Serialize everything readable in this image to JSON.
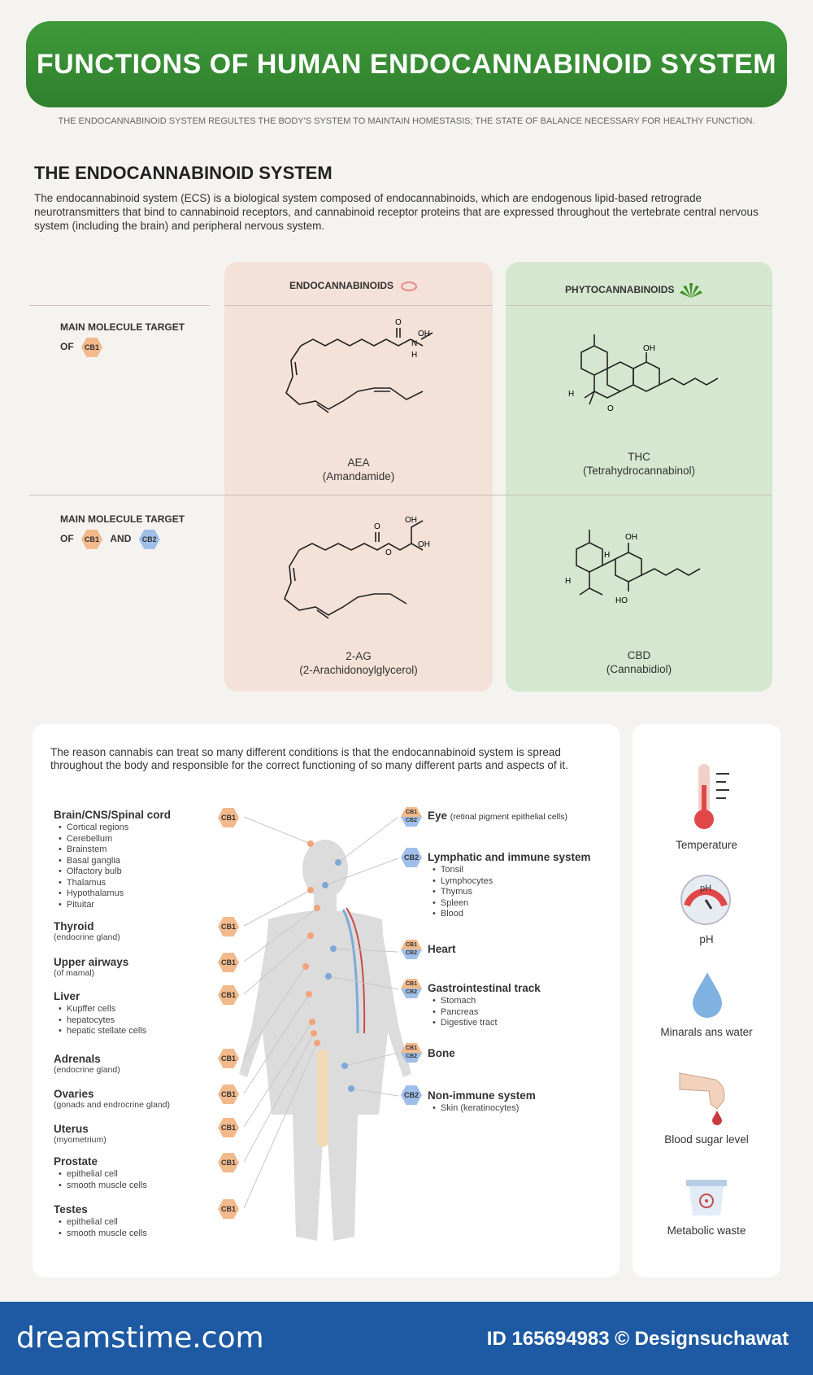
{
  "header": {
    "title": "FUNCTIONS OF HUMAN ENDOCANNABINOID SYSTEM",
    "subtitle": "THE ENDOCANNABINOID SYSTEM REGULTES THE BODY'S SYSTEM TO MAINTAIN HOMESTASIS; THE STATE OF BALANCE NECESSARY FOR HEALTHY FUNCTION."
  },
  "intro": {
    "title": "THE ENDOCANNABINOID SYSTEM",
    "text": "The endocannabinoid system (ECS) is a biological system composed of endocannabinoids, which are endogenous lipid-based retrograde neurotransmitters that bind to cannabinoid receptors, and cannabinoid receptor proteins that are expressed throughout the vertebrate central nervous system (including the brain) and peripheral nervous system."
  },
  "molecules": {
    "endo_header": "ENDOCANNABINOIDS",
    "phyto_header": "PHYTOCANNABINOIDS",
    "row1_label_a": "MAIN MOLECULE TARGET",
    "row1_label_b": "OF",
    "row2_label_a": "MAIN MOLECULE TARGET",
    "row2_label_b": "OF",
    "row2_and": "AND",
    "cb1": "CB1",
    "cb2": "CB2",
    "aea_name": "AEA",
    "aea_full": "(Amandamide)",
    "ag_name": "2-AG",
    "ag_full": "(2-Arachidonoylglycerol)",
    "thc_name": "THC",
    "thc_full": "(Tetrahydrocannabinol)",
    "cbd_name": "CBD",
    "cbd_full": "(Cannabidiol)",
    "atoms": {
      "O": "O",
      "N": "N",
      "H": "H",
      "OH": "OH",
      "HO": "HO"
    }
  },
  "body": {
    "text": "The reason cannabis can treat so many different conditions is that the endocannabinoid system is spread throughout the body and responsible for the correct functioning of so many different parts and aspects of it.",
    "left": [
      {
        "name": "Brain/CNS/Spinal cord",
        "note": "",
        "items": [
          "Cortical regions",
          "Cerebellum",
          "Brainstem",
          "Basal ganglia",
          "Olfactory bulb",
          "Thalamus",
          "Hypothalamus",
          "Pituitar"
        ],
        "badge": "CB1"
      },
      {
        "name": "Thyroid",
        "note": "(endocrine gland)",
        "items": [],
        "badge": "CB1"
      },
      {
        "name": "Upper airways",
        "note": "(of mamal)",
        "items": [],
        "badge": "CB1"
      },
      {
        "name": "Liver",
        "note": "",
        "items": [
          "Kupffer cells",
          "hepatocytes",
          "hepatic stellate cells"
        ],
        "badge": "CB1"
      },
      {
        "name": "Adrenals",
        "note": "(endocrine gland)",
        "items": [],
        "badge": "CB1"
      },
      {
        "name": "Ovaries",
        "note": "(gonads and endrocrine gland)",
        "items": [],
        "badge": "CB1"
      },
      {
        "name": "Uterus",
        "note": "(myometrium)",
        "items": [],
        "badge": "CB1"
      },
      {
        "name": "Prostate",
        "note": "",
        "items": [
          "epithelial cell",
          "smooth muscle cells"
        ],
        "badge": "CB1"
      },
      {
        "name": "Testes",
        "note": "",
        "items": [
          "epithelial cell",
          "smooth muscle cells"
        ],
        "badge": "CB1"
      }
    ],
    "right": [
      {
        "name": "Eye",
        "note": "(retinal pigment epithelial cells)",
        "items": [],
        "badge": "CB1/CB2"
      },
      {
        "name": "Lymphatic and immune system",
        "note": "",
        "items": [
          "Tonsil",
          "Lymphocytes",
          "Thymus",
          "Spleen",
          "Blood"
        ],
        "badge": "CB2"
      },
      {
        "name": "Heart",
        "note": "",
        "items": [],
        "badge": "CB1/CB2"
      },
      {
        "name": "Gastrointestinal track",
        "note": "",
        "items": [
          "Stomach",
          "Pancreas",
          "Digestive tract"
        ],
        "badge": "CB1/CB2"
      },
      {
        "name": "Bone",
        "note": "",
        "items": [],
        "badge": "CB1/CB2"
      },
      {
        "name": "Non-immune system",
        "note": "",
        "items": [
          "Skin (keratinocytes)"
        ],
        "badge": "CB2"
      }
    ]
  },
  "sidebar": {
    "items": [
      "Temperature",
      "pH",
      "Minarals ans water",
      "Blood sugar level",
      "Metabolic waste"
    ],
    "ph_label": "pH"
  },
  "footer": {
    "logo": "dreamstime.com",
    "credit": "ID 165694983 © Designsuchawat"
  },
  "colors": {
    "banner_green": "#2f7f2c",
    "endo_bg": "#f4e1d8",
    "phyto_bg": "#d5e7cf",
    "cb1": "#f2b98b",
    "cb2": "#9fbfe8",
    "footer_blue": "#1d5aa3"
  }
}
